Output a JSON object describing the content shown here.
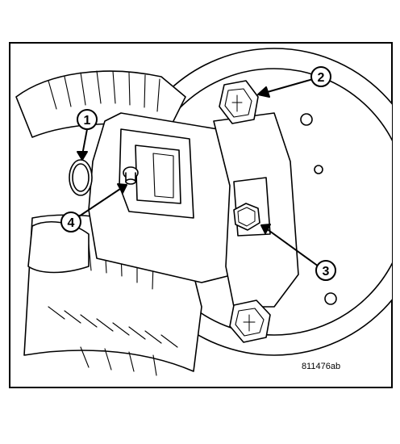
{
  "figure": {
    "id_label": "811476ab",
    "callouts": [
      {
        "number": "1"
      },
      {
        "number": "2"
      },
      {
        "number": "3"
      },
      {
        "number": "4"
      }
    ],
    "line_color": "#000000",
    "background": "#ffffff"
  }
}
